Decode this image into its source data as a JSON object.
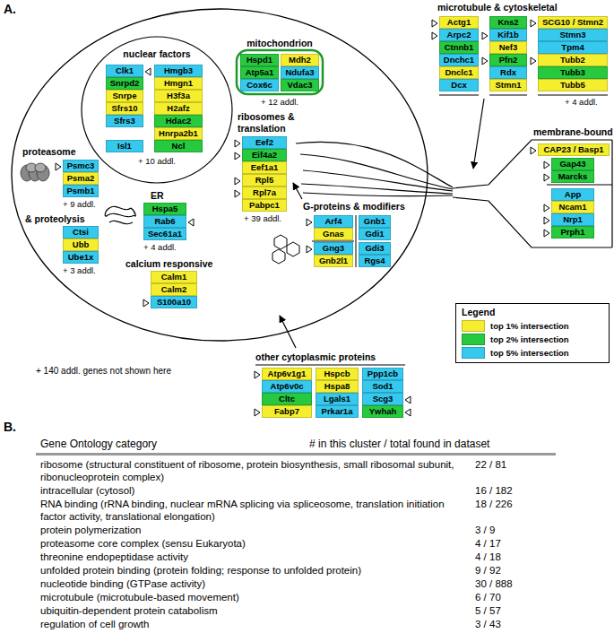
{
  "diagram": {
    "nodes": [
      {
        "text": [
          "nuclear factors",
          "+ 10 addl."
        ]
      },
      {
        "text": [
          "Clk1"
        ],
        "in": 0
      },
      {
        "text": [
          "Hmgb3"
        ],
        "in": 0
      },
      {
        "text": [
          "Snrpd2"
        ],
        "in": 0
      },
      {
        "text": [
          "Hmgn1"
        ],
        "in": 0
      },
      {
        "text": [
          "Snrpe"
        ],
        "in": 0
      },
      {
        "text": [
          "H3f3a"
        ],
        "in": 0
      },
      {
        "text": [
          "Sfrs10"
        ],
        "in": 0
      },
      {
        "text": [
          "H2afz"
        ],
        "in": 0
      },
      {
        "text": [
          "Sfrs3"
        ],
        "in": 0
      },
      {
        "text": [
          "Hdac2"
        ],
        "in": 0
      },
      {
        "text": [
          "Hnrpa2b1"
        ],
        "in": 0
      },
      {
        "text": [
          "Ncl"
        ],
        "in": 0
      },
      {
        "text": [
          "Isl1"
        ],
        "in": 0
      },
      {
        "text": [
          "mitochondrion",
          "+ 12 addl."
        ]
      },
      {
        "text": [
          "Hspd1"
        ],
        "in": 14
      },
      {
        "text": [
          "Mdh2"
        ],
        "in": 14
      },
      {
        "text": [
          "Atp5a1"
        ],
        "in": 14
      },
      {
        "text": [
          "Ndufa3"
        ],
        "in": 14
      },
      {
        "text": [
          "Cox6c"
        ],
        "in": 14
      },
      {
        "text": [
          "Vdac3"
        ],
        "in": 14
      },
      {
        "text": [
          "Eef2"
        ]
      },
      {
        "text": [
          "Eif4a2"
        ]
      },
      {
        "text": [
          "Eef1a1"
        ]
      },
      {
        "text": [
          "Rpl5"
        ]
      },
      {
        "text": [
          "Rpl7a"
        ]
      },
      {
        "text": [
          "Pabpc1"
        ]
      },
      {
        "text": [
          "Psmc3"
        ]
      },
      {
        "text": [
          "Psma2"
        ]
      },
      {
        "text": [
          "Psmb1"
        ]
      },
      {
        "text": [
          "Ctsi"
        ]
      },
      {
        "text": [
          "Ubb"
        ]
      },
      {
        "text": [
          "Ube1x"
        ]
      },
      {
        "text": [
          "Hspa5"
        ]
      },
      {
        "text": [
          "Rab6"
        ]
      },
      {
        "text": [
          "Sec61a1"
        ]
      },
      {
        "text": [
          "Calm1"
        ]
      },
      {
        "text": [
          "Calm2"
        ]
      },
      {
        "text": [
          "S100a10"
        ]
      },
      {
        "text": [
          "Actg1"
        ]
      },
      {
        "text": [
          "Kns2"
        ]
      },
      {
        "text": [
          "SCG10 / Stmn2"
        ]
      },
      {
        "text": [
          "Arpc2"
        ]
      },
      {
        "text": [
          "Kif1b"
        ]
      },
      {
        "text": [
          "Stmn3"
        ]
      },
      {
        "text": [
          "Ctnnb1"
        ]
      },
      {
        "text": [
          "Nef3"
        ]
      },
      {
        "text": [
          "Tpm4"
        ]
      },
      {
        "text": [
          "Dnchc1"
        ]
      },
      {
        "text": [
          "Pfn2"
        ]
      },
      {
        "text": [
          "Tubb2"
        ]
      },
      {
        "text": [
          "Dnclc1"
        ]
      },
      {
        "text": [
          "Rdx"
        ]
      },
      {
        "text": [
          "Tubb3"
        ]
      },
      {
        "text": [
          "Dcx"
        ]
      },
      {
        "text": [
          "Stmn1"
        ]
      },
      {
        "text": [
          "Tubb5"
        ]
      },
      {
        "text": [
          "membrane-bound"
        ]
      },
      {
        "text": [
          "CAP23 / Basp1"
        ],
        "in": 57
      },
      {
        "text": [
          "Gap43"
        ],
        "in": 57
      },
      {
        "text": [
          "Marcks"
        ],
        "in": 57
      },
      {
        "text": [
          "App"
        ],
        "in": 57
      },
      {
        "text": [
          "Ncam1"
        ],
        "in": 57
      },
      {
        "text": [
          "Nrp1"
        ],
        "in": 57
      },
      {
        "text": [
          "Prph1"
        ],
        "in": 57
      },
      {
        "text": [
          "Arf4"
        ]
      },
      {
        "text": [
          "Gnb1"
        ]
      },
      {
        "text": [
          "Gnas"
        ]
      },
      {
        "text": [
          "Gdi1"
        ]
      },
      {
        "text": [
          "Gng3"
        ]
      },
      {
        "text": [
          "Gdi3"
        ]
      },
      {
        "text": [
          "Gnb2l1"
        ]
      },
      {
        "text": [
          "Rgs4"
        ]
      },
      {
        "text": [
          "Atp6v1g1"
        ]
      },
      {
        "text": [
          "Hspcb"
        ]
      },
      {
        "text": [
          "Ppp1cb"
        ]
      },
      {
        "text": [
          "Atp6v0c"
        ]
      },
      {
        "text": [
          "Hspa8"
        ]
      },
      {
        "text": [
          "Sod1"
        ]
      },
      {
        "text": [
          "Cltc"
        ]
      },
      {
        "text": [
          "Lgals1"
        ]
      },
      {
        "text": [
          "Scg3"
        ]
      },
      {
        "text": [
          "Fabp7"
        ]
      },
      {
        "text": [
          "Prkar1a"
        ]
      },
      {
        "text": [
          "Ywhah"
        ]
      }
    ],
    "labels": [
      "A.",
      "ribosomes & translation",
      "+ 39 addl.",
      "proteasome",
      "+ 9 addl.",
      "& proteolysis",
      "+ 3 addl.",
      "ER",
      "+ 4 addl.",
      "calcium responsive",
      "microtubule & cytoskeletal",
      "+ 4 addl.",
      "G-proteins & modifiers",
      "other cytoplasmic proteins",
      "+ 140 addl. genes not shown here",
      "Legend",
      "B.",
      "Gene Ontology category",
      "# in this cluster / total found in dataset",
      "ribosome (structural constituent of ribosome, protein biosynthesis, small ribosomal subunit, ribonucleoprotein complex)",
      "22 / 81",
      "intracellular (cytosol)",
      "16 / 182",
      "RNA binding (rRNA binding, nuclear mRNA splicing via spliceosome, translation initiation factor activity, translational elongation)",
      "18 / 226",
      "protein polymerization",
      "3 / 9",
      "proteasome core complex (sensu Eukaryota)",
      "4 / 17",
      "threonine endopeptidase activity",
      "4 / 18",
      "unfolded protein binding (protein folding; response to unfolded protein)",
      "9 / 92",
      "nucleotide binding (GTPase activity)",
      "30 / 888",
      "microtubule (microtubule-based movement)",
      "6 / 70",
      "ubiquitin-dependent protein catabolism",
      "5 / 57",
      "regulation of cell growth",
      "3 / 43"
    ],
    "legend": [
      {
        "text": "top 1% intersection",
        "color": "#f5ee2e"
      },
      {
        "text": "top 2% intersection",
        "color": "#27c93f"
      },
      {
        "text": "top 5% intersection",
        "color": "#36c9ee"
      }
    ]
  }
}
